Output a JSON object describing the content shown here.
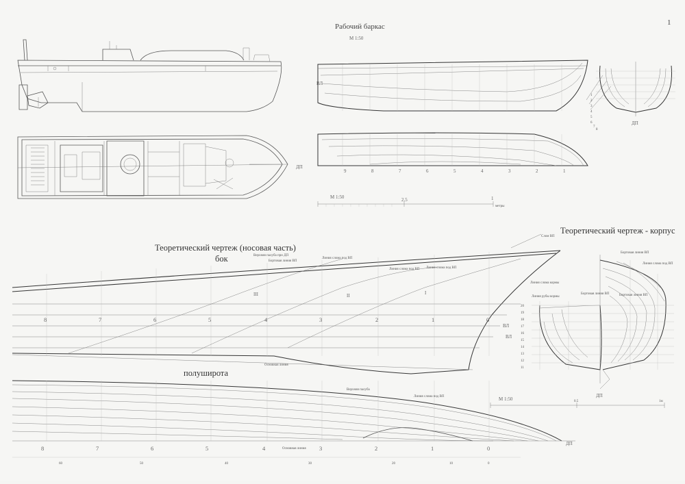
{
  "sheet": {
    "page_number": "1",
    "title": "Рабочий баркас",
    "scale": "М 1:50"
  },
  "top_views": {
    "profile_labels": {
      "vl": "ВЛ",
      "dp": "ДП"
    },
    "right_body_label": "ДП",
    "profile_station_numbers": [
      "9",
      "8",
      "7",
      "6",
      "5",
      "4",
      "3",
      "2",
      "1"
    ],
    "right_body_numbers": [
      "1",
      "2",
      "3",
      "4",
      "5",
      "6",
      "7",
      "8"
    ],
    "scale_bar": {
      "label": "М 1:50",
      "mid": "2.5",
      "end": "1",
      "unit": "метры"
    }
  },
  "bow_drawing": {
    "title": "Теоретический чертеж (носовая часть)",
    "profile_subtitle": "бок",
    "halfbreadth_subtitle": "полуширота",
    "labels": {
      "deck_upper_dp": "Верхняя палуба при ДП",
      "sheer_line": "Бортовая линия ВП",
      "chine_line": "Линия слома под ВП",
      "chine_line_2": "Линия слома под ВП",
      "stem_label": "Слом ВП",
      "base_line": "Основная линия",
      "deck_half": "Верхняя палуба",
      "chine_half": "Линия слома под ВП",
      "base_line_half": "Основная линия"
    },
    "stations_profile": [
      "8",
      "7",
      "6",
      "5",
      "4",
      "3",
      "2",
      "1",
      "0"
    ],
    "stations_half": [
      "8",
      "7",
      "6",
      "5",
      "4",
      "3",
      "2",
      "1",
      "0"
    ],
    "small_numbers": [
      "III",
      "II",
      "I"
    ],
    "wl_labels": [
      "ВЛ",
      "ВЛ"
    ],
    "dp_label": "ДП",
    "bottom_ruler": [
      "60",
      "50",
      "40",
      "30",
      "20",
      "10",
      "0"
    ],
    "half_scale": {
      "label": "М 1:50",
      "mid": "0.5",
      "end": "1м"
    }
  },
  "body_plan": {
    "title": "Теоретический чертеж - корпус",
    "labels": {
      "sheer": "Бортовая линия ВП",
      "chine_upper": "Линия слома под ВП",
      "chine_stern": "Линия слома кормы",
      "knuckle_stern": "Линия рубы кормы",
      "sheer_2": "Бортовая линия ВП",
      "sheer_3": "Бортовая линия ВП"
    },
    "wl_numbers": [
      "20",
      "19",
      "18",
      "17",
      "16",
      "15",
      "14",
      "13",
      "12",
      "11"
    ],
    "dp_label": "ДП"
  }
}
